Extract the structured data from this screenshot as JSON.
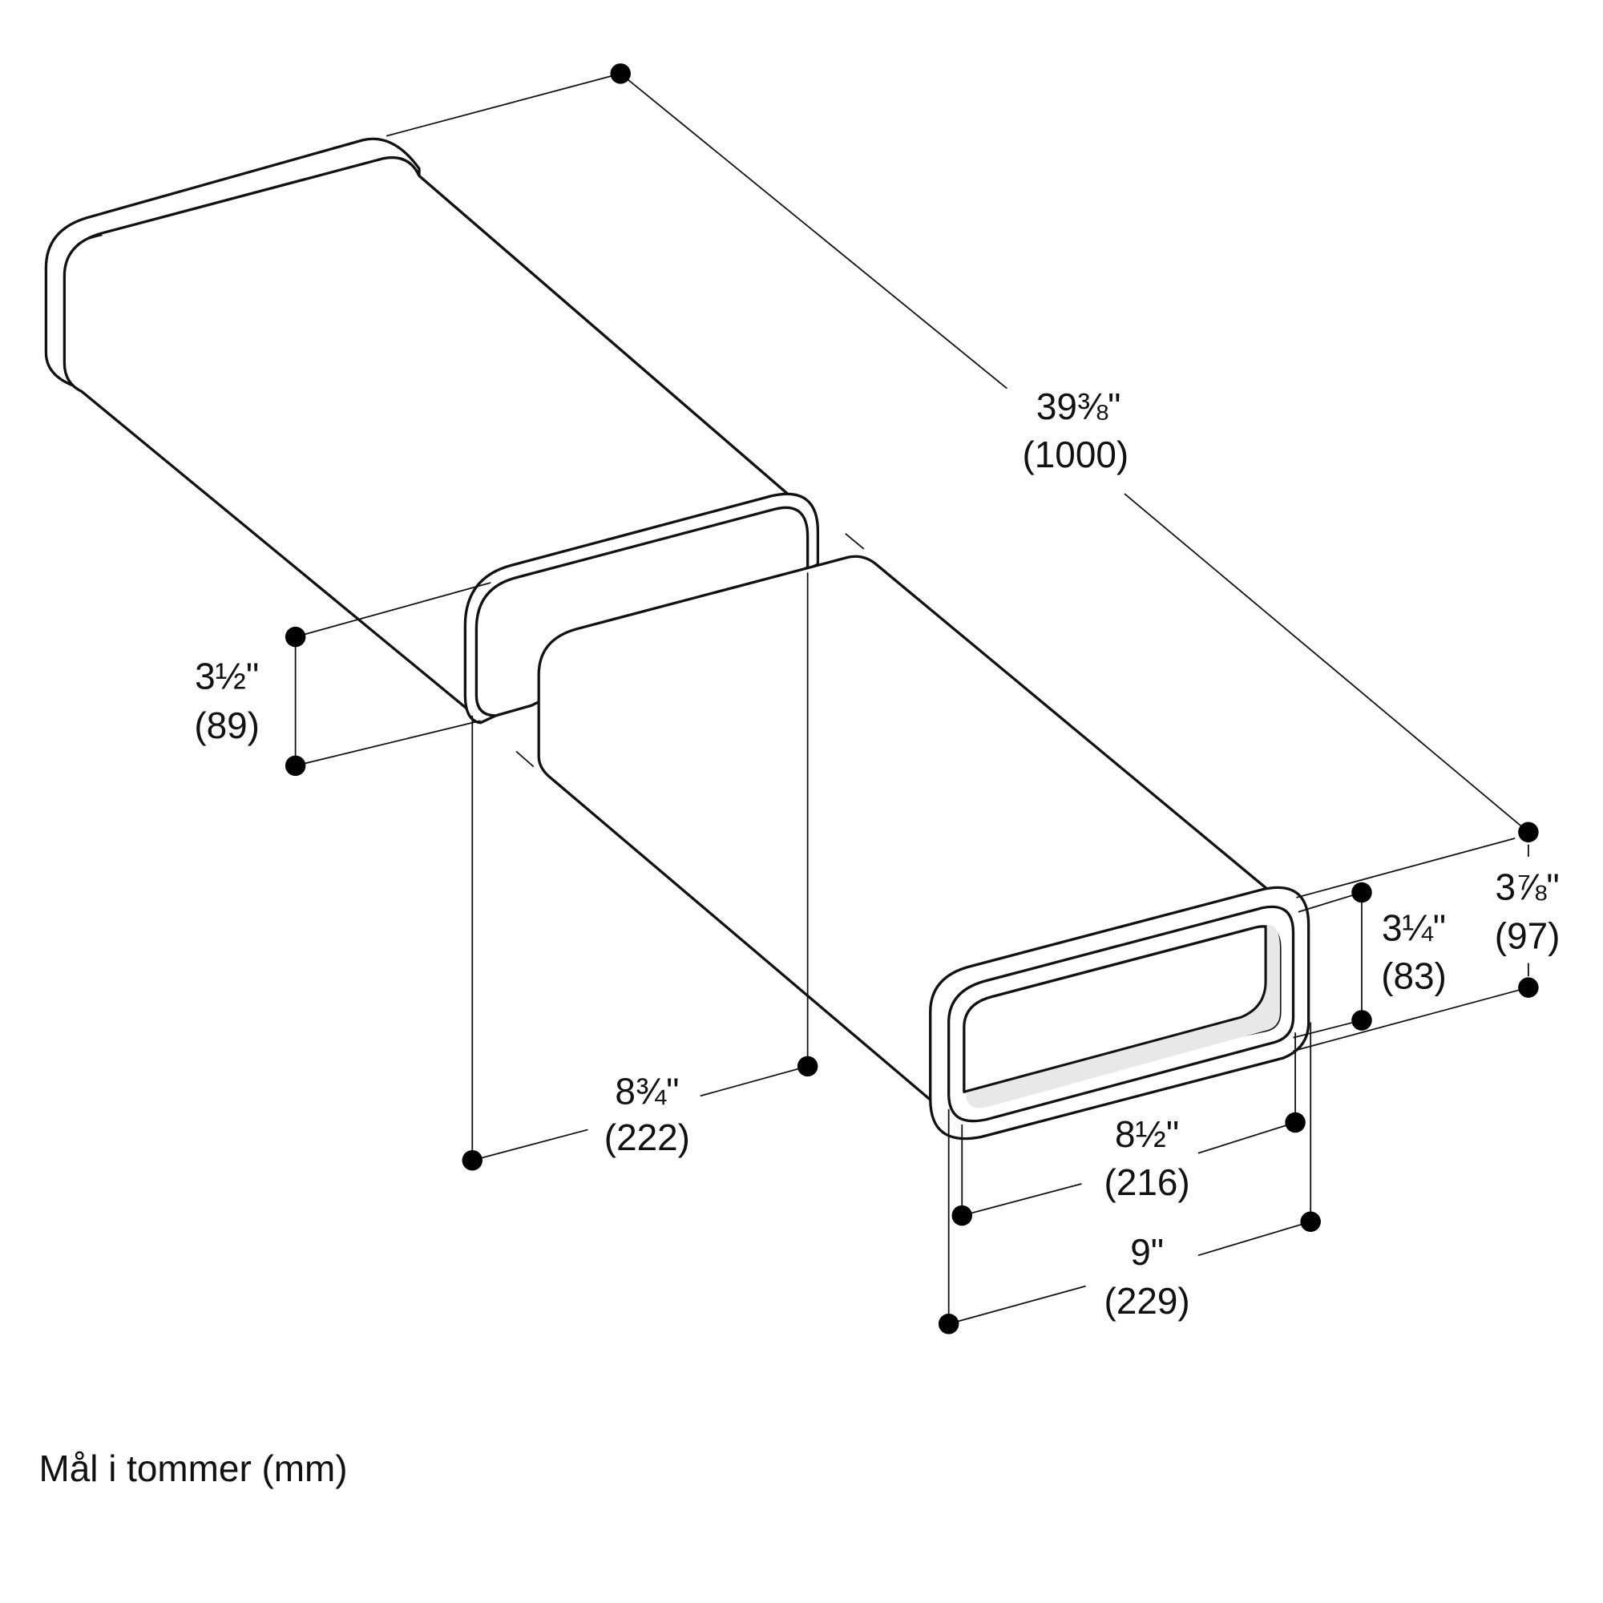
{
  "dimensions": {
    "length": {
      "imperial": "39⅜\"",
      "metric": "(1000)"
    },
    "inner_joint_height": {
      "imperial": "3½\"",
      "metric": "(89)"
    },
    "joint_width": {
      "imperial": "8¾\"",
      "metric": "(222)"
    },
    "inner_width": {
      "imperial": "8½\"",
      "metric": "(216)"
    },
    "outer_width": {
      "imperial": "9\"",
      "metric": "(229)"
    },
    "inner_height": {
      "imperial": "3¼\"",
      "metric": "(83)"
    },
    "outer_height": {
      "imperial": "3⅞\"",
      "metric": "(97)"
    }
  },
  "footer": {
    "units_note": "Mål i tommer (mm)"
  }
}
